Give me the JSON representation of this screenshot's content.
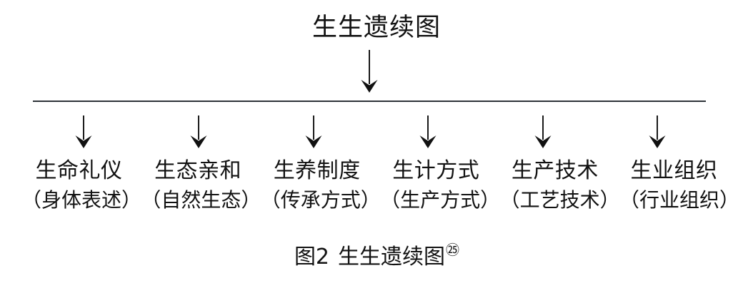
{
  "figure": {
    "title": "生生遗续图",
    "caption_number": "图2",
    "caption_title": "生生遗续图",
    "caption_reference": "㉕",
    "line_color": "#2e3338",
    "text_color": "#121212",
    "background": "#ffffff"
  },
  "branches": [
    {
      "label": "生命礼仪",
      "sublabel": "（身体表述）"
    },
    {
      "label": "生态亲和",
      "sublabel": "（自然生态）"
    },
    {
      "label": "生养制度",
      "sublabel": "（传承方式）"
    },
    {
      "label": "生计方式",
      "sublabel": "（生产方式）"
    },
    {
      "label": "生产技术",
      "sublabel": "（工艺技术）"
    },
    {
      "label": "生业组织",
      "sublabel": "（行业组织）"
    }
  ]
}
